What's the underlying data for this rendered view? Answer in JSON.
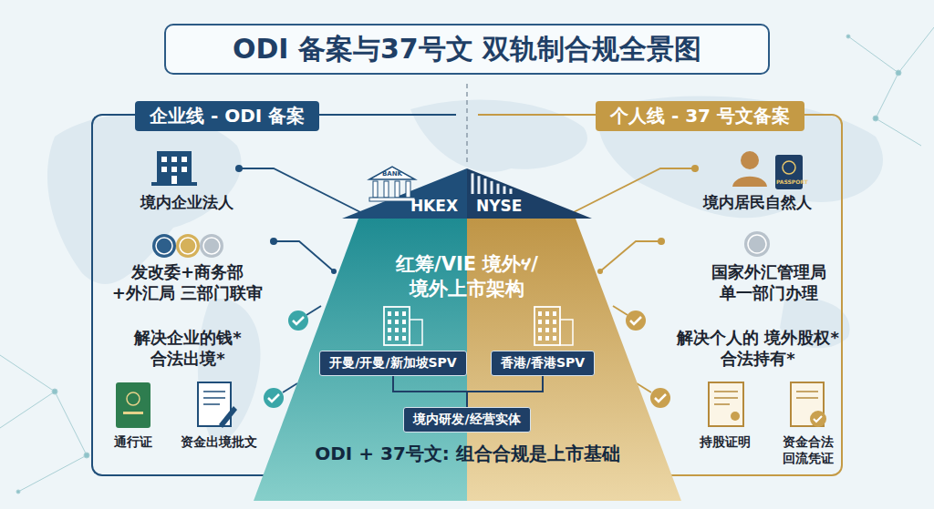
{
  "diagram": {
    "title": "ODI 备案与37号文 双轨制合规全景图",
    "nodes": [
      {
        "text": [
          "企业线 - ODI 备案"
        ]
      },
      {
        "text": [
          "个人线 - 37 号文备案"
        ]
      },
      {
        "text": [
          "红筹/VIE 境外ሃ/境外上市架构",
          "ODI + 37号文: 组合合规是上市基础"
        ]
      },
      {
        "text": [
          "HKEX"
        ],
        "in": 2
      },
      {
        "text": [
          "NYSE"
        ],
        "in": 2
      },
      {
        "text": [
          "开曼/开曼/新加坡SPV"
        ],
        "in": 2
      },
      {
        "text": [
          "香港/香港SPV"
        ],
        "in": 2
      },
      {
        "text": [
          "境内研发/经营实体"
        ],
        "in": 2
      }
    ],
    "edges": [
      {
        "from": 5,
        "to": 7,
        "arrow": "none"
      },
      {
        "from": 6,
        "to": 7,
        "arrow": "none"
      }
    ],
    "labels": [
      "BANK",
      "境内企业法人",
      "发改委+商务部+外汇局 三部门联审",
      "解决企业的钱* 合法出境*",
      "通行证",
      "资金出境批文",
      "PASSPORT",
      "境内居民自然人",
      "国家外汇管理局 单一部门办理",
      "解决个人的 境外股权*合法持有*",
      "持股证明",
      "资金合法 回流凭证"
    ]
  }
}
